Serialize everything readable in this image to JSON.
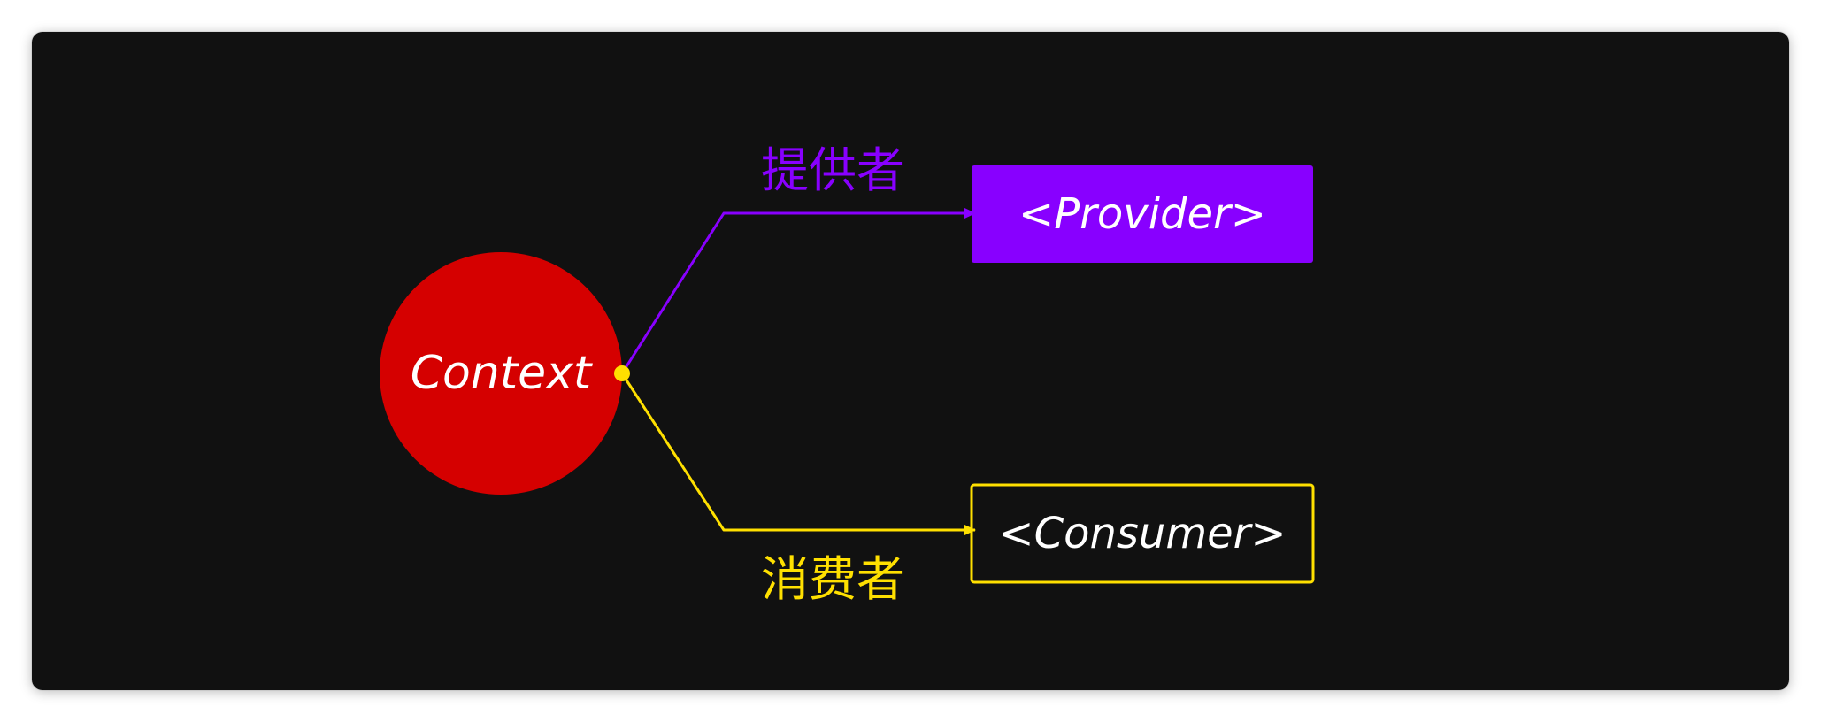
{
  "diagram": {
    "context_node": {
      "label": "Context",
      "color": "#d50000",
      "text_color": "#ffffff"
    },
    "provider_node": {
      "label": "<Provider>",
      "color": "#8800ff",
      "text_color": "#ffffff"
    },
    "consumer_node": {
      "label": "<Consumer>",
      "border_color": "#ffe000",
      "text_color": "#ffffff"
    },
    "provider_edge": {
      "label": "提供者",
      "color": "#8800ff"
    },
    "consumer_edge": {
      "label": "消费者",
      "color": "#ffe000"
    },
    "background_color": "#111111"
  }
}
